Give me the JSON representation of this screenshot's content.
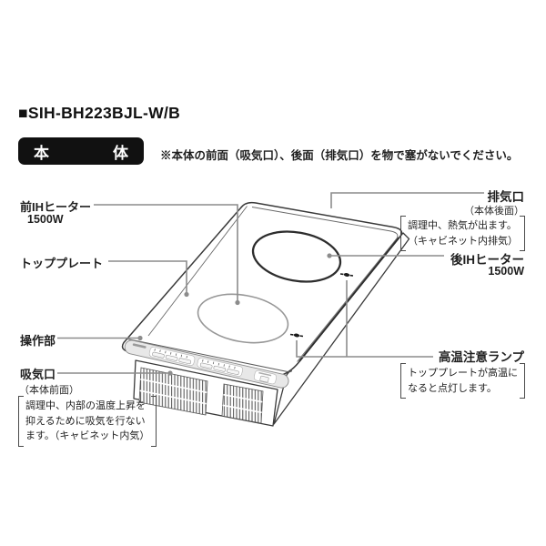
{
  "header": {
    "title": "■SIH-BH223BJL-W/B",
    "badge_char1": "本",
    "badge_char2": "体",
    "note": "※本体の前面（吸気口）、後面（排気口）を物で塞がないでください。"
  },
  "labels": {
    "front_heater": {
      "name": "前IHヒーター",
      "watt": "1500W"
    },
    "top_plate": {
      "name": "トッププレート"
    },
    "control_panel": {
      "name": "操作部"
    },
    "intake": {
      "name": "吸気口",
      "sub": "（本体前面）",
      "note_line1": "調理中、内部の温度上昇を",
      "note_line2": "抑えるために吸気を行ない",
      "note_line3": "ます。（キャビネット内気）"
    },
    "exhaust": {
      "name": "排気口",
      "sub": "（本体後面）",
      "note_line1": "調理中、熱気が出ます。",
      "note_line2": "（キャビネット内排気）"
    },
    "rear_heater": {
      "name": "後IHヒーター",
      "watt": "1500W"
    },
    "hot_lamp": {
      "name": "高温注意ランプ",
      "note_line1": "トッププレートが高温に",
      "note_line2": "なると点灯します。"
    }
  },
  "colors": {
    "badge_bg": "#111111",
    "text": "#1f1f1f",
    "leader_line": "#8c8c8c",
    "device_outline": "#3a3a3a"
  }
}
